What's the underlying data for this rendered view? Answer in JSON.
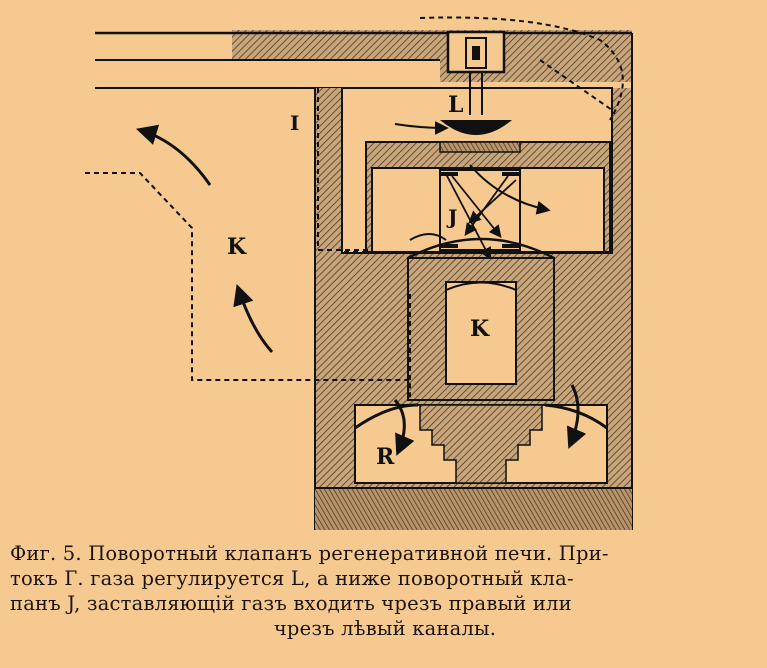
{
  "figure": {
    "labels": {
      "L": "L",
      "I": "I",
      "J": "J",
      "K_left": "K",
      "K_center": "K",
      "R": "R"
    },
    "colors": {
      "paper": "#f5c98f",
      "ink": "#111111",
      "hatch": "#5a4a3a"
    }
  },
  "caption": {
    "line1": "Фиг. 5. Поворотный клапанъ регенеративной печи. При-",
    "line2": "токъ Г. газа регулируется L, а ниже поворотный кла-",
    "line3": "панъ J, заставляющій газъ входить чрезъ правый или",
    "line4": "чрезъ лѣвый каналы."
  }
}
